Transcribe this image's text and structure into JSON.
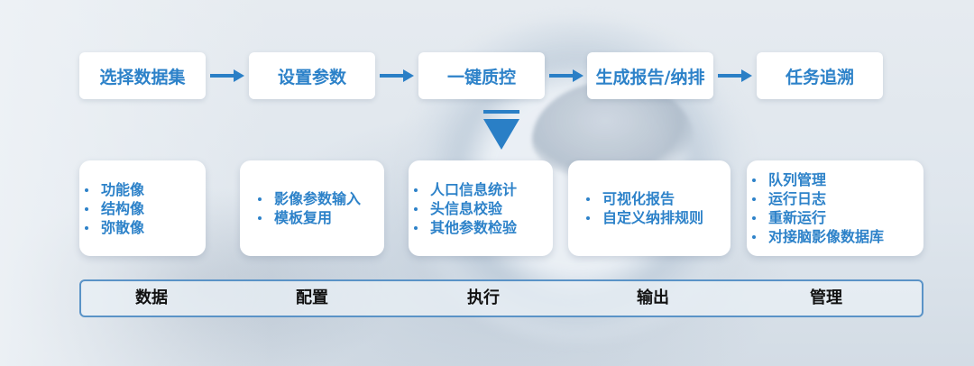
{
  "steps": [
    {
      "label": "选择数据集"
    },
    {
      "label": "设置参数"
    },
    {
      "label": "一键质控"
    },
    {
      "label": "生成报告/纳排"
    },
    {
      "label": "任务追溯"
    }
  ],
  "cards": [
    {
      "items": [
        "功能像",
        "结构像",
        "弥散像"
      ]
    },
    {
      "items": [
        "影像参数输入",
        "模板复用"
      ]
    },
    {
      "items": [
        "人口信息统计",
        "头信息校验",
        "其他参数检验"
      ]
    },
    {
      "items": [
        "可视化报告",
        "自定义纳排规则"
      ]
    },
    {
      "items": [
        "队列管理",
        "运行日志",
        "重新运行",
        "对接脑影像数据库"
      ]
    }
  ],
  "phases": [
    "数据",
    "配置",
    "执行",
    "输出",
    "管理"
  ],
  "colors": {
    "accent": "#2d82c9",
    "arrow": "#2a7fc6",
    "bar_border": "#5a93c7"
  },
  "icons": {
    "flow_arrow": "right-arrow-icon",
    "down": "down-triangle-icon"
  }
}
